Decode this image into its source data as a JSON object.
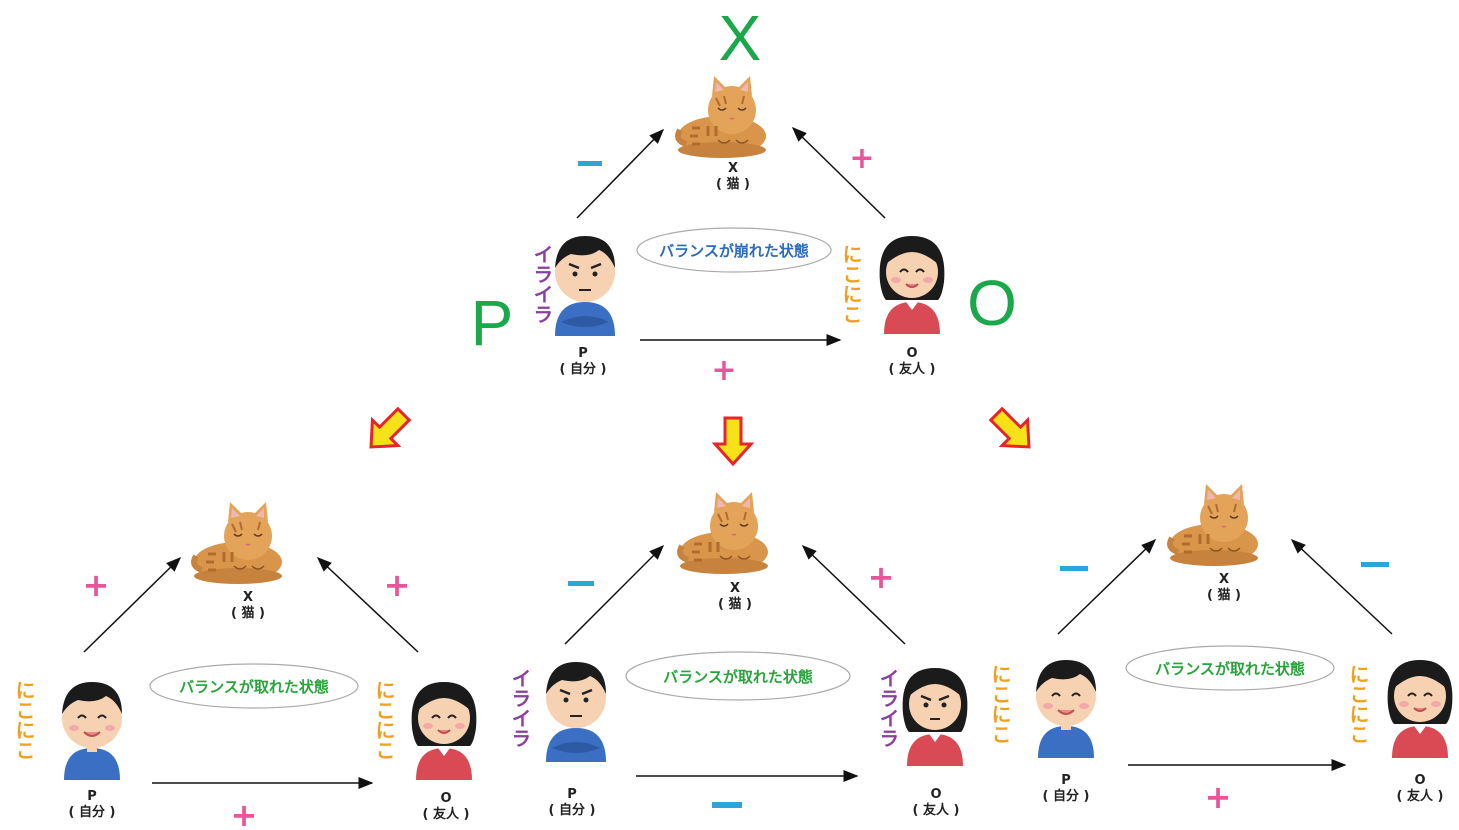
{
  "colors": {
    "letter_green": "#1aa84a",
    "plus_pink": "#e8559a",
    "minus_blue": "#2aa7d6",
    "oval_blue_text": "#2a6bbf",
    "oval_green_text": "#27a43a",
    "arrow_fill": "#f7e21a",
    "arrow_stroke": "#e8232a"
  },
  "top": {
    "letter_x": "X",
    "letter_p": "P",
    "letter_o": "O",
    "cat_label": "X",
    "cat_sub": "( 猫 )",
    "p_label": "P",
    "p_sub": "( 自分 )",
    "o_label": "O",
    "o_sub": "( 友人 )",
    "status": "バランスが崩れた状態",
    "sign_px": "−",
    "sign_ox": "+",
    "sign_po": "+",
    "p_emotion": "イライラ",
    "o_emotion": "にこにこ"
  },
  "left": {
    "cat_label": "X",
    "cat_sub": "( 猫 )",
    "p_label": "P",
    "p_sub": "( 自分 )",
    "o_label": "O",
    "o_sub": "( 友人 )",
    "status": "バランスが取れた状態",
    "sign_px": "+",
    "sign_ox": "+",
    "sign_po": "+",
    "p_emotion": "にこにこ",
    "o_emotion": "にこにこ"
  },
  "middle": {
    "cat_label": "X",
    "cat_sub": "( 猫 )",
    "p_label": "P",
    "p_sub": "( 自分 )",
    "o_label": "O",
    "o_sub": "( 友人 )",
    "status": "バランスが取れた状態",
    "sign_px": "−",
    "sign_ox": "+",
    "sign_po": "−",
    "p_emotion": "イライラ",
    "o_emotion": "イライラ"
  },
  "right": {
    "cat_label": "X",
    "cat_sub": "( 猫 )",
    "p_label": "P",
    "p_sub": "( 自分 )",
    "o_label": "O",
    "o_sub": "( 友人 )",
    "status": "バランスが取れた状態",
    "sign_px": "−",
    "sign_ox": "−",
    "sign_po": "+",
    "p_emotion": "にこにこ",
    "o_emotion": "にこにこ"
  }
}
